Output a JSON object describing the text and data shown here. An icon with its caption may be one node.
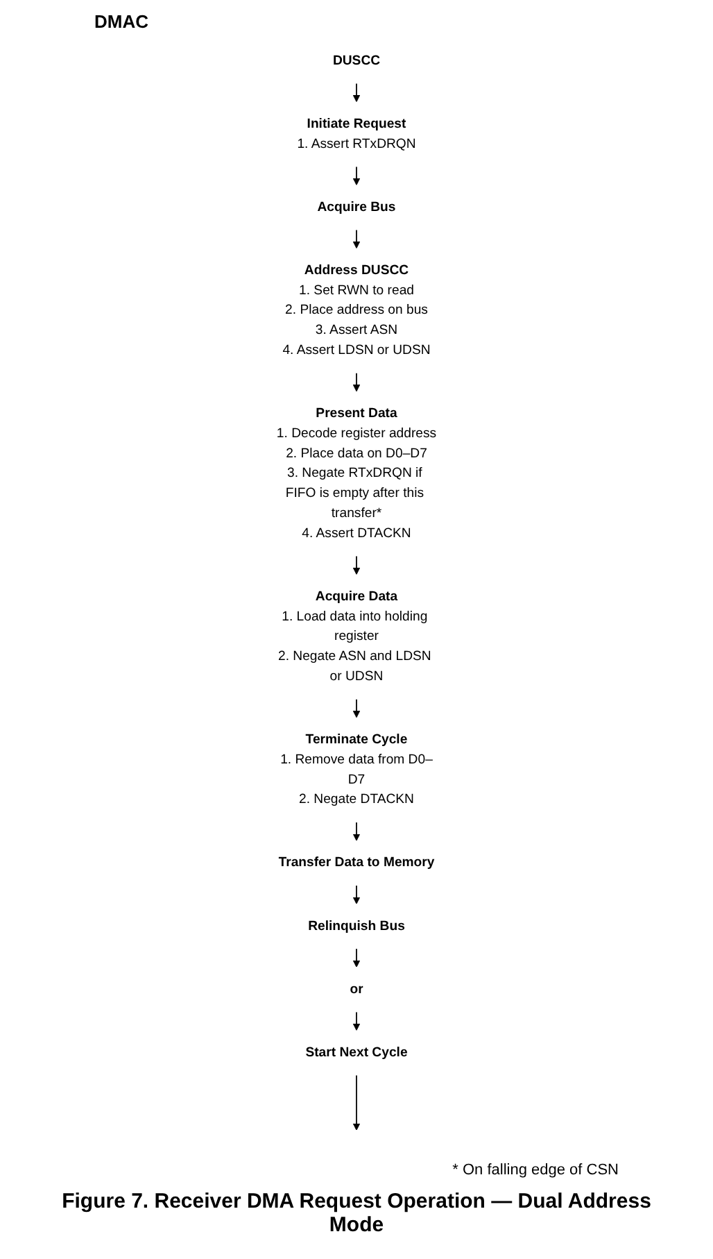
{
  "diagram": {
    "caption": "Figure 7. Receiver DMA Request Operation — Dual Address Mode",
    "nodes": [
      {
        "text": [
          "DUSCC"
        ]
      },
      {
        "text": [
          "Initiate Request",
          "1. Assert RTxDRQN"
        ]
      },
      {
        "text": [
          "Acquire Bus"
        ]
      },
      {
        "text": [
          "Address DUSCC",
          "1. Set RWN to read",
          "2. Place address on bus",
          "3. Assert ASN",
          "4. Assert LDSN or UDSN"
        ]
      },
      {
        "text": [
          "Present Data",
          "1. Decode register address",
          "2. Place data on D0–D7",
          "3. Negate RTxDRQN if FIFO is empty after this transfer*",
          "4. Assert DTACKN"
        ]
      },
      {
        "text": [
          "Acquire Data",
          "1. Load data into holding register",
          "2. Negate ASN and LDSN or UDSN"
        ]
      },
      {
        "text": [
          "Terminate Cycle",
          "1. Remove data from D0–D7",
          "2. Negate DTACKN"
        ]
      },
      {
        "text": [
          "Transfer Data to Memory"
        ]
      },
      {
        "text": [
          "Relinquish Bus"
        ]
      },
      {
        "text": [
          "or"
        ]
      },
      {
        "text": [
          "Start Next Cycle"
        ]
      }
    ],
    "edges": [
      {
        "from": 0,
        "to": 1,
        "arrow": "to"
      },
      {
        "from": 1,
        "to": 2,
        "arrow": "to"
      },
      {
        "from": 2,
        "to": 3,
        "arrow": "to"
      },
      {
        "from": 3,
        "to": 4,
        "arrow": "to"
      },
      {
        "from": 4,
        "to": 5,
        "arrow": "to"
      },
      {
        "from": 5,
        "to": 6,
        "arrow": "to"
      },
      {
        "from": 6,
        "to": 7,
        "arrow": "to"
      },
      {
        "from": 7,
        "to": 8,
        "arrow": "to"
      },
      {
        "from": 8,
        "to": 9,
        "arrow": "to"
      },
      {
        "from": 9,
        "to": 10,
        "arrow": "to"
      },
      {
        "from": 10,
        "to": null,
        "arrow": "to"
      }
    ],
    "labels": [
      "DMAC",
      "* On falling edge of CSN"
    ]
  }
}
